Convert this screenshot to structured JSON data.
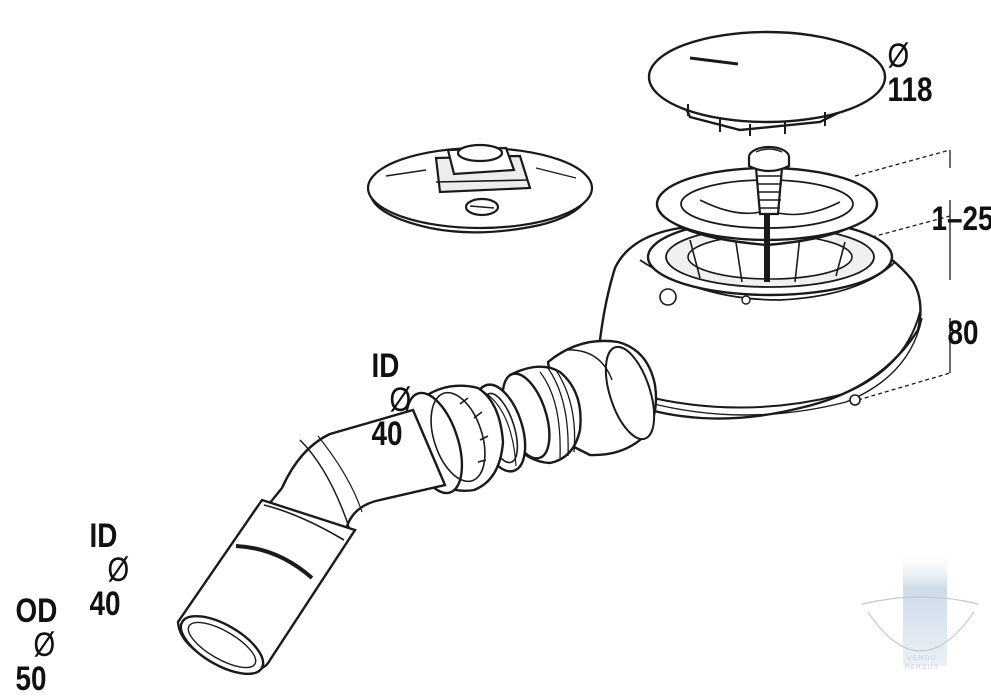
{
  "labels": {
    "cover_diameter": "118",
    "height_adjust": "1–25",
    "height": "80",
    "outlet_id": {
      "prefix": "ID",
      "value": "40"
    },
    "pipe_id": {
      "prefix": "ID",
      "value": "40"
    },
    "pipe_od": {
      "prefix": "OD",
      "value": "50"
    },
    "diameter_symbol": "Ø"
  },
  "watermark": {
    "line1": "VENDU",
    "line2": "PARSUS"
  },
  "colors": {
    "stroke": "#1a1a1a",
    "fill": "#ffffff",
    "shade": "#e4e4e4",
    "watermark": "#c7d6e6"
  }
}
